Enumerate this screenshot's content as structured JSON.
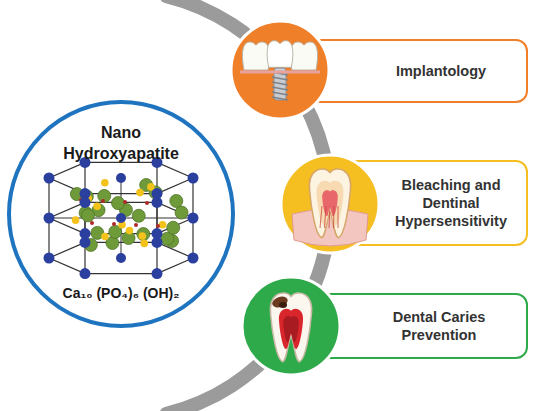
{
  "diagram": {
    "nodes": [
      {
        "text": [
          "Nano Hydroxyapatite",
          "Ca₁₀ (PO₄)₆ (OH)₂"
        ]
      },
      {
        "text": [
          "Implantology"
        ]
      },
      {
        "text": [
          "Bleaching and Dentinal Hypersensitivity"
        ]
      },
      {
        "text": [
          "Dental Caries Prevention"
        ]
      }
    ]
  }
}
